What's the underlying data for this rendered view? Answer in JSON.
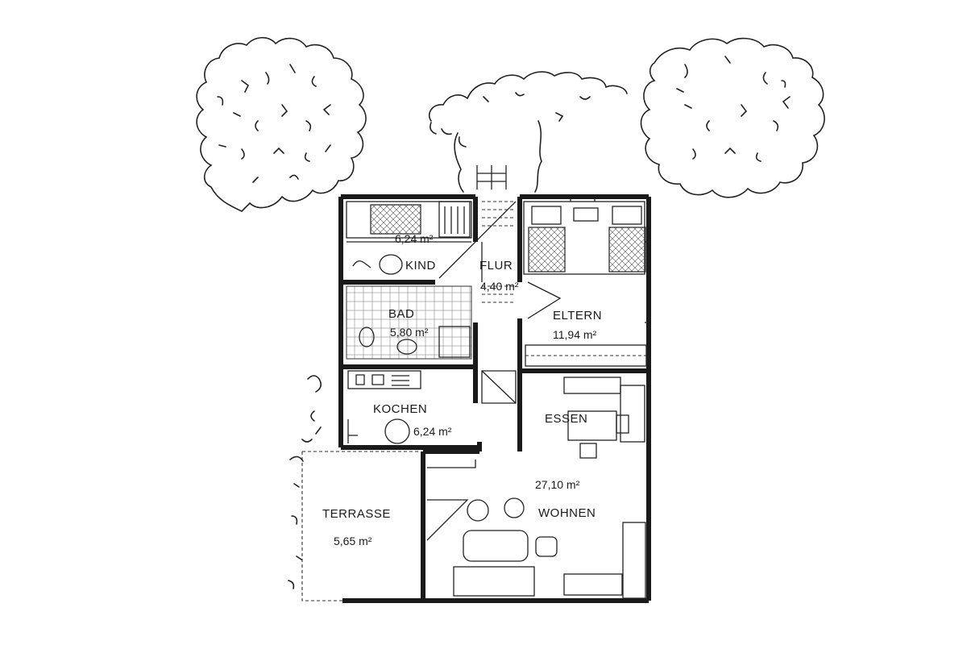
{
  "rooms": {
    "kind": {
      "name": "KIND",
      "area": "6,24 m²"
    },
    "flur": {
      "name": "FLUR",
      "area": "4,40 m²"
    },
    "eltern": {
      "name": "ELTERN",
      "area": "11,94 m²"
    },
    "bad": {
      "name": "BAD",
      "area": "5,80 m²"
    },
    "kochen": {
      "name": "KOCHEN",
      "area": "6,24 m²"
    },
    "essen": {
      "name": "ESSEN"
    },
    "wohnen": {
      "name": "WOHNEN",
      "area": "27,10 m²"
    },
    "terrasse": {
      "name": "TERRASSE",
      "area": "5,65 m²"
    }
  }
}
